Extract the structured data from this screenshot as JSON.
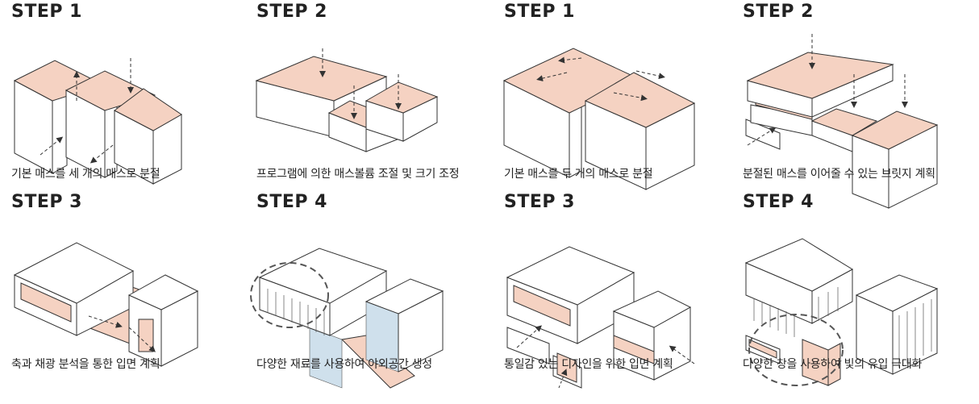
{
  "panels": [
    {
      "step": "STEP 1",
      "caption": "기본 매스를 세 개의 매스로 분절"
    },
    {
      "step": "STEP 2",
      "caption": "프로그램에 의한 매스볼륨 조절 및 크기 조정"
    },
    {
      "step": "STEP 1",
      "caption": "기본 매스를 두 개의 매스로 분절"
    },
    {
      "step": "STEP 2",
      "caption": "분절된 매스를 이어줄 수 있는 브릿지 계획"
    },
    {
      "step": "STEP 3",
      "caption": "축과 채광 분석을 통한 입면 계획"
    },
    {
      "step": "STEP 4",
      "caption": "다양한 재료를 사용하여 야외공간 생성"
    },
    {
      "step": "STEP 3",
      "caption": "통일감 있는 디자인을 위한 입면 계획"
    },
    {
      "step": "STEP 4",
      "caption": "다양한 창을 사용하여 빛의 유입 극대화"
    }
  ],
  "colors": {
    "accent": "#f5d2c2",
    "line": "#333333",
    "glass": "#cfe0ec"
  }
}
